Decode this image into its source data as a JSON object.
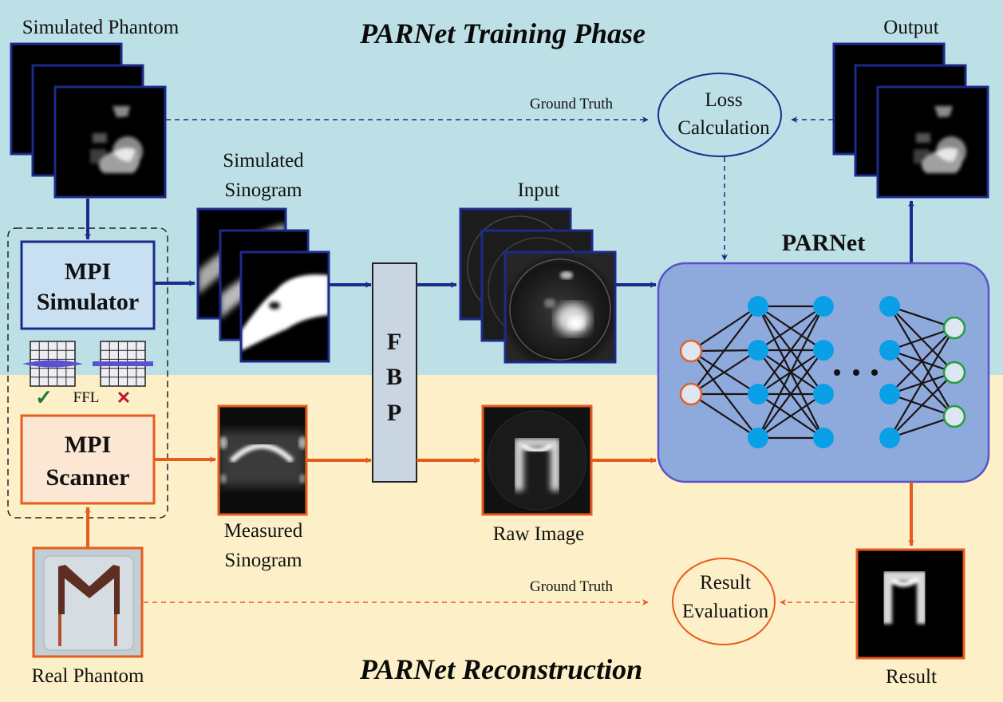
{
  "colors": {
    "training_bg": "#bde0e6",
    "recon_bg": "#fdf0c8",
    "blue": "#1c2a8c",
    "orange": "#e65c1c",
    "simulator_fill": "#c9e0f2",
    "scanner_fill": "#fce6d4",
    "fbp_fill": "#c9d6e2",
    "parnet_fill": "#8eaadc",
    "parnet_border": "#5a52c8",
    "hidden_node": "#0aa0e8",
    "input_node_border": "#e0622a",
    "output_node_border": "#22a03a",
    "node_fill": "#dde6f2",
    "check": "#1a7a3a",
    "cross": "#c01828",
    "ffl_line": "#5a50d0"
  },
  "titles": {
    "training": "PARNet Training Phase",
    "reconstruction": "PARNet Reconstruction"
  },
  "labels": {
    "simulated_phantom": "Simulated Phantom",
    "simulated_sinogram_1": "Simulated",
    "simulated_sinogram_2": "Sinogram",
    "input": "Input",
    "output": "Output",
    "measured_sinogram_1": "Measured",
    "measured_sinogram_2": "Sinogram",
    "raw_image": "Raw Image",
    "real_phantom": "Real Phantom",
    "result": "Result",
    "ground_truth_top": "Ground Truth",
    "ground_truth_bottom": "Ground Truth",
    "parnet": "PARNet",
    "ffl": "FFL"
  },
  "boxes": {
    "simulator_1": "MPI",
    "simulator_2": "Simulator",
    "scanner_1": "MPI",
    "scanner_2": "Scanner",
    "fbp": [
      "F",
      "B",
      "P"
    ]
  },
  "ellipses": {
    "loss_1": "Loss",
    "loss_2": "Calculation",
    "eval_1": "Result",
    "eval_2": "Evaluation"
  },
  "icons": {
    "check": "✓",
    "cross": "✕",
    "ellipsis": "• • •"
  },
  "network": {
    "layers": [
      2,
      4,
      4,
      4,
      3
    ],
    "ellipsis_between_layers": [
      2,
      3
    ]
  }
}
